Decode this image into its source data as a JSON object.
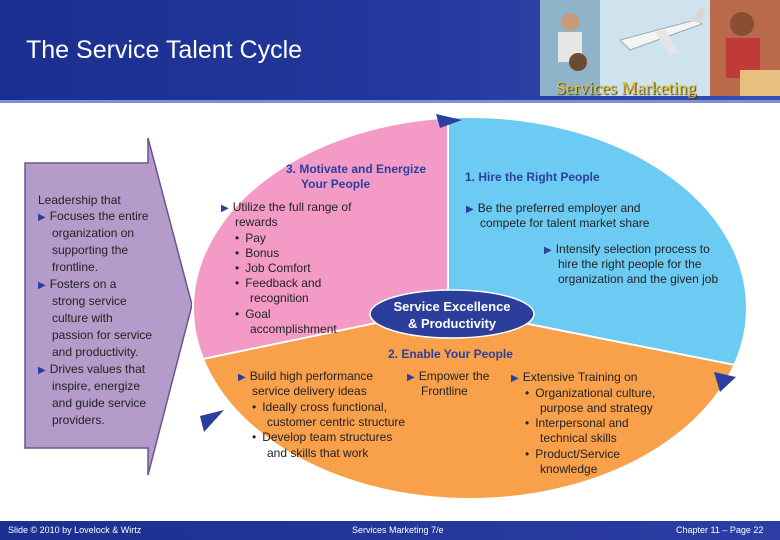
{
  "title": "The Service Talent Cycle",
  "brand": "Services Marketing",
  "colors": {
    "header": "#24389e",
    "pink": "#f39bc6",
    "blue": "#6bcbf2",
    "orange": "#f9a04a",
    "center": "#2c3e9c",
    "arrow": "#b59bc9"
  },
  "leadership": {
    "intro": "Leadership that",
    "bullets": [
      [
        "Focuses the entire",
        "organization on",
        "supporting the",
        "frontline."
      ],
      [
        "Fosters on a",
        "strong service",
        "culture with",
        "passion for service",
        "and productivity."
      ],
      [
        "Drives values that",
        "inspire, energize",
        "and guide service",
        "providers."
      ]
    ]
  },
  "center": [
    "Service Excellence",
    "& Productivity"
  ],
  "section3": {
    "heading": [
      "3.  Motivate and Energize",
      "Your People"
    ],
    "lead": [
      "Utilize the full range of",
      "rewards"
    ],
    "items": [
      [
        "Pay"
      ],
      [
        "Bonus"
      ],
      [
        "Job Comfort"
      ],
      [
        "Feedback and",
        "recognition"
      ],
      [
        "Goal",
        "accomplishment"
      ]
    ]
  },
  "section1": {
    "heading": "1.  Hire the Right People",
    "point1": [
      "Be the preferred employer and",
      "compete for talent market share"
    ],
    "point2": [
      "Intensify selection process to",
      "hire the right people for the",
      "organization and the given job"
    ]
  },
  "section2": {
    "heading": "2.  Enable Your People",
    "col1": {
      "lead": [
        "Build high performance",
        "service delivery ideas"
      ],
      "items": [
        [
          "Ideally cross functional,",
          "customer centric structure"
        ],
        [
          "Develop team structures",
          "and skills that work"
        ]
      ]
    },
    "col2": {
      "lead": [
        "Empower the",
        "Frontline"
      ]
    },
    "col3": {
      "lead": "Extensive Training on",
      "items": [
        [
          "Organizational culture,",
          "purpose and strategy"
        ],
        [
          "Interpersonal and",
          "technical skills"
        ],
        [
          "Product/Service",
          "knowledge"
        ]
      ]
    }
  },
  "footer": {
    "left": "Slide © 2010 by Lovelock & Wirtz",
    "center": "Services Marketing 7/e",
    "right": "Chapter 11 – Page 22"
  }
}
